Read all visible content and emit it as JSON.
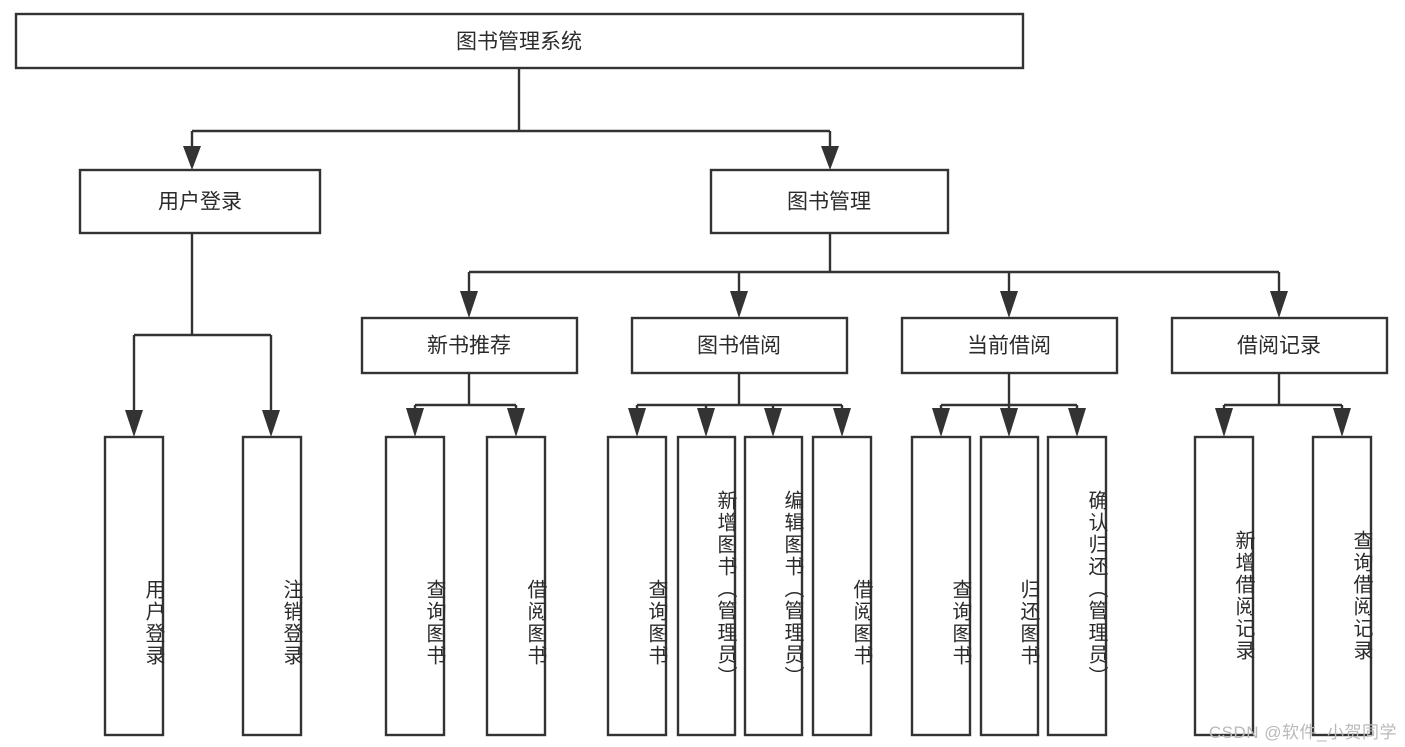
{
  "diagram": {
    "title": "图书管理系统",
    "type": "tree",
    "background": "#ffffff",
    "stroke_color": "#333333",
    "text_color": "#2b2b2b",
    "watermark": "CSDN @软件_小贺同学",
    "watermark_color": "#b9b9b9",
    "nodes": {
      "root": {
        "label": "图书管理系统",
        "orientation": "horizontal",
        "level": 1
      },
      "user_login": {
        "label": "用户登录",
        "orientation": "horizontal",
        "level": 2
      },
      "book_manage": {
        "label": "图书管理",
        "orientation": "horizontal",
        "level": 2
      },
      "new_book_rec": {
        "label": "新书推荐",
        "orientation": "horizontal",
        "level": 3
      },
      "book_borrow": {
        "label": "图书借阅",
        "orientation": "horizontal",
        "level": 3
      },
      "current_borrow": {
        "label": "当前借阅",
        "orientation": "horizontal",
        "level": 3
      },
      "borrow_record": {
        "label": "借阅记录",
        "orientation": "horizontal",
        "level": 3
      },
      "leaf_user_login": {
        "label": "用户登录",
        "orientation": "vertical",
        "level": 4
      },
      "leaf_logout": {
        "label": "注销登录",
        "orientation": "vertical",
        "level": 4
      },
      "leaf_query_book_1": {
        "label": "查询图书",
        "orientation": "vertical",
        "level": 4
      },
      "leaf_borrow_book_1": {
        "label": "借阅图书",
        "orientation": "vertical",
        "level": 4
      },
      "leaf_query_book_2": {
        "label": "查询图书",
        "orientation": "vertical",
        "level": 4
      },
      "leaf_add_book": {
        "label": "新增图书（管理员）",
        "orientation": "vertical",
        "level": 4
      },
      "leaf_edit_book": {
        "label": "编辑图书（管理员）",
        "orientation": "vertical",
        "level": 4
      },
      "leaf_borrow_book_2": {
        "label": "借阅图书",
        "orientation": "vertical",
        "level": 4
      },
      "leaf_query_book_3": {
        "label": "查询图书",
        "orientation": "vertical",
        "level": 4
      },
      "leaf_return_book": {
        "label": "归还图书",
        "orientation": "vertical",
        "level": 4
      },
      "leaf_confirm_return": {
        "label": "确认归还（管理员）",
        "orientation": "vertical",
        "level": 4
      },
      "leaf_add_record": {
        "label": "新增借阅记录",
        "orientation": "vertical",
        "level": 4
      },
      "leaf_query_record": {
        "label": "查询借阅记录",
        "orientation": "vertical",
        "level": 4
      }
    },
    "edges": [
      {
        "from": "root",
        "to": "user_login"
      },
      {
        "from": "root",
        "to": "book_manage"
      },
      {
        "from": "user_login",
        "to": "leaf_user_login"
      },
      {
        "from": "user_login",
        "to": "leaf_logout"
      },
      {
        "from": "book_manage",
        "to": "new_book_rec"
      },
      {
        "from": "book_manage",
        "to": "book_borrow"
      },
      {
        "from": "book_manage",
        "to": "current_borrow"
      },
      {
        "from": "book_manage",
        "to": "borrow_record"
      },
      {
        "from": "new_book_rec",
        "to": "leaf_query_book_1"
      },
      {
        "from": "new_book_rec",
        "to": "leaf_borrow_book_1"
      },
      {
        "from": "book_borrow",
        "to": "leaf_query_book_2"
      },
      {
        "from": "book_borrow",
        "to": "leaf_add_book"
      },
      {
        "from": "book_borrow",
        "to": "leaf_edit_book"
      },
      {
        "from": "book_borrow",
        "to": "leaf_borrow_book_2"
      },
      {
        "from": "current_borrow",
        "to": "leaf_query_book_3"
      },
      {
        "from": "current_borrow",
        "to": "leaf_return_book"
      },
      {
        "from": "current_borrow",
        "to": "leaf_confirm_return"
      },
      {
        "from": "borrow_record",
        "to": "leaf_add_record"
      },
      {
        "from": "borrow_record",
        "to": "leaf_query_record"
      }
    ]
  }
}
